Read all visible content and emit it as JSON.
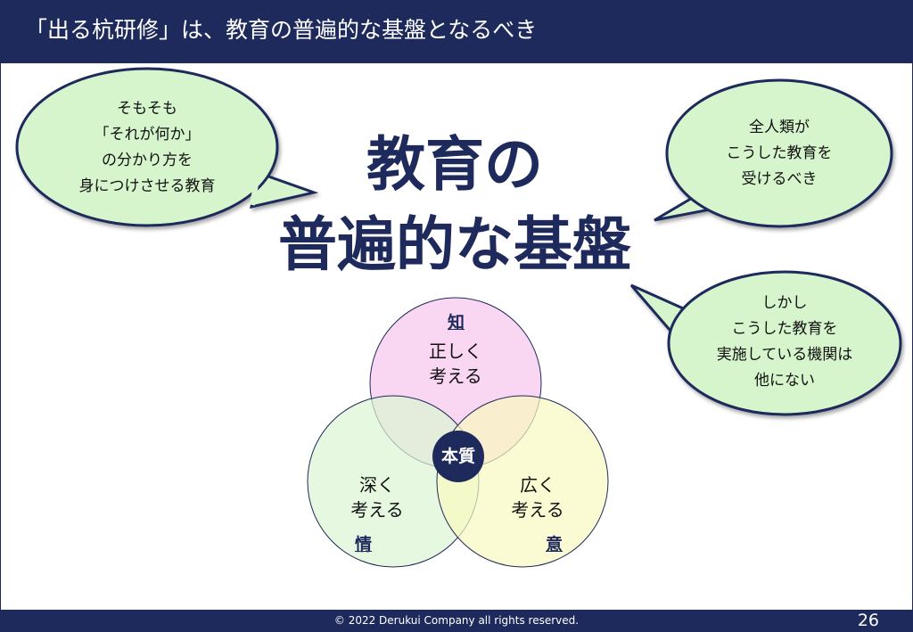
{
  "header": {
    "title": "「出る杭研修」は、教育の普遍的な基盤となるべき"
  },
  "main": {
    "title_line1": "教育の",
    "title_line2": "普遍的な基盤"
  },
  "bubbles": {
    "left": {
      "line1": "そもそも",
      "line2": "「それが何か」",
      "line3": "の分かり方を",
      "line4": "身につけさせる教育"
    },
    "top_right": {
      "line1": "全人類が",
      "line2": "こうした教育を",
      "line3": "受けるべき"
    },
    "bottom_right": {
      "line1": "しかし",
      "line2": "こうした教育を",
      "line3": "実施している機関は",
      "line4": "他にない"
    }
  },
  "venn": {
    "top": {
      "tag": "知",
      "line1": "正しく",
      "line2": "考える"
    },
    "left": {
      "tag": "情",
      "line1": "深く",
      "line2": "考える"
    },
    "right": {
      "tag": "意",
      "line1": "広く",
      "line2": "考える"
    },
    "center": "本質"
  },
  "footer": {
    "copyright": "© 2022 Derukui Company all rights reserved.",
    "page_number": "26"
  },
  "colors": {
    "navy": "#1f2a5c",
    "bubble_fill": "#d6f5cc",
    "circle_top": "#f7c8ec",
    "circle_left": "#dbf5d3",
    "circle_right": "#fafac0"
  }
}
